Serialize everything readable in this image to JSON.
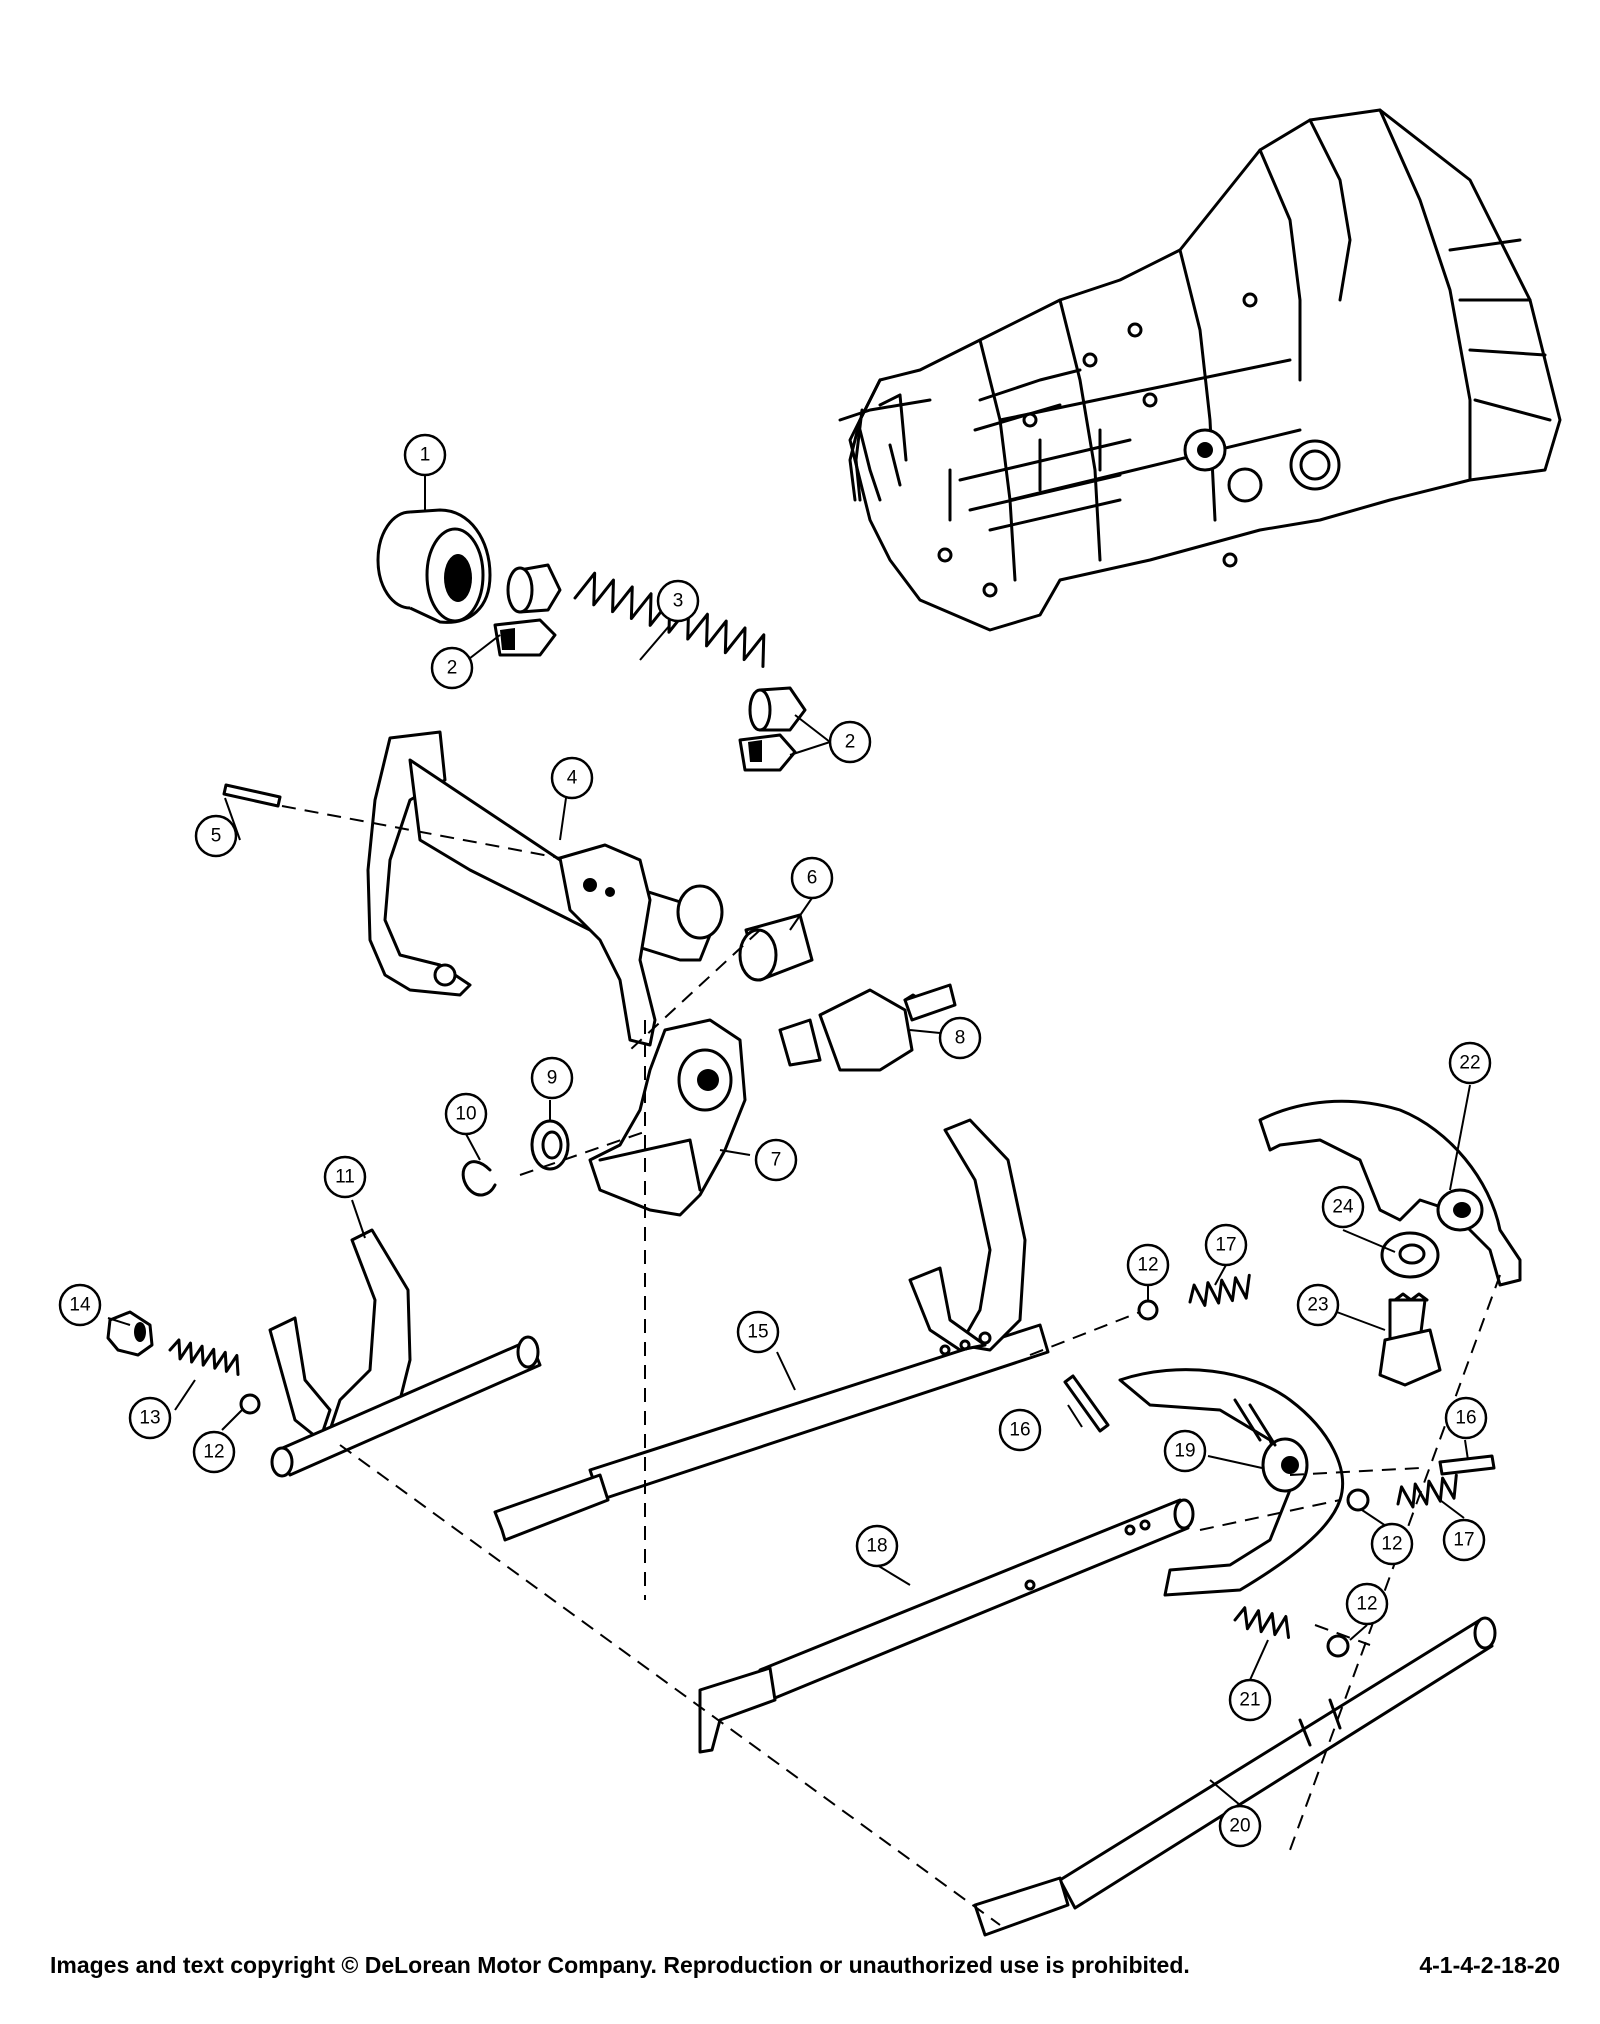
{
  "diagram": {
    "callouts": [
      "1",
      "2",
      "2",
      "3",
      "4",
      "5",
      "6",
      "7",
      "8",
      "9",
      "10",
      "11",
      "12",
      "12",
      "12",
      "12",
      "13",
      "14",
      "15",
      "16",
      "16",
      "17",
      "17",
      "18",
      "19",
      "20",
      "21",
      "22",
      "23",
      "24"
    ]
  },
  "footer": {
    "copyright": "Images and text copyright © DeLorean Motor Company. Reproduction or unauthorized use is prohibited.",
    "code": "4-1-4-2-18-20"
  }
}
